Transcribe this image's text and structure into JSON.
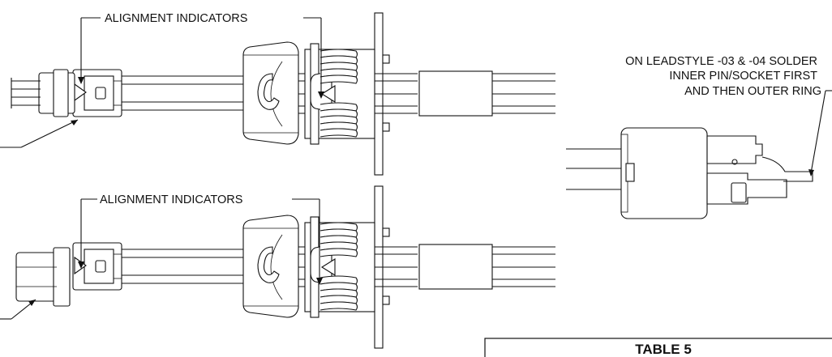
{
  "labels": {
    "alignment_top": "ALIGNMENT INDICATORS",
    "alignment_bottom": "ALIGNMENT INDICATORS",
    "note_line1": "ON LEADSTYLE -03 & -04 SOLDER",
    "note_line2": "INNER PIN/SOCKET FIRST",
    "note_line3": "AND THEN OUTER RING"
  },
  "table": {
    "title": "TABLE 5"
  }
}
